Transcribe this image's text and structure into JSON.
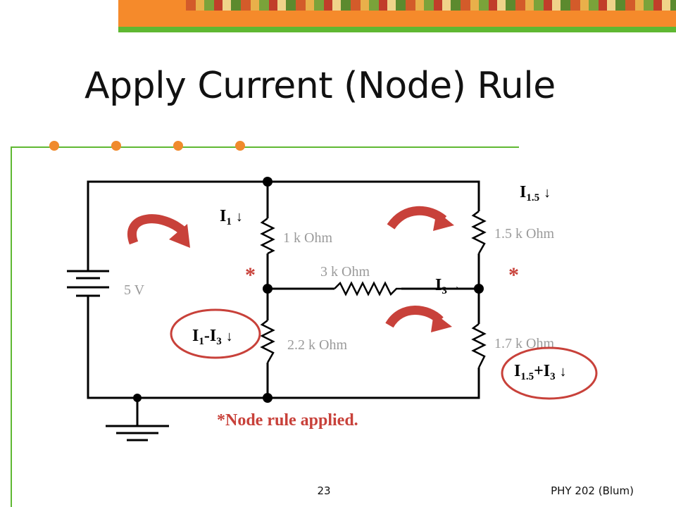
{
  "slide": {
    "title": "Apply Current (Node) Rule",
    "page_number": "23",
    "course": "PHY 202 (Blum)"
  },
  "diagram": {
    "source_label": "5 V",
    "resistors": {
      "r1": "1 k Ohm",
      "r15": "1.5 k Ohm",
      "r3": "3 k Ohm",
      "r22": "2.2 k Ohm",
      "r17": "1.7 k Ohm"
    },
    "currents": {
      "i1_base": "I",
      "i1_sub": "1",
      "i1_arrow": "↓",
      "i15_base": "I",
      "i15_sub": "1.5",
      "i15_arrow": "↓",
      "i3_base": "I",
      "i3_sub": "3",
      "i3_arrow": "→",
      "i1mi3_base1": "I",
      "i1mi3_sub1": "1",
      "i1mi3_op": "-",
      "i1mi3_base2": "I",
      "i1mi3_sub2": "3",
      "i1mi3_arrow": "↓",
      "i15pi3_base1": "I",
      "i15pi3_sub1": "1.5",
      "i15pi3_op": "+",
      "i15pi3_base2": "I",
      "i15pi3_sub2": "3",
      "i15pi3_arrow": "↓"
    },
    "node_marker_left": "*",
    "node_marker_right": "*",
    "note": "*Node rule applied.",
    "colors": {
      "accent_red": "#c8413a",
      "wire": "#000000",
      "resistor_text": "#9a9a9a"
    }
  }
}
